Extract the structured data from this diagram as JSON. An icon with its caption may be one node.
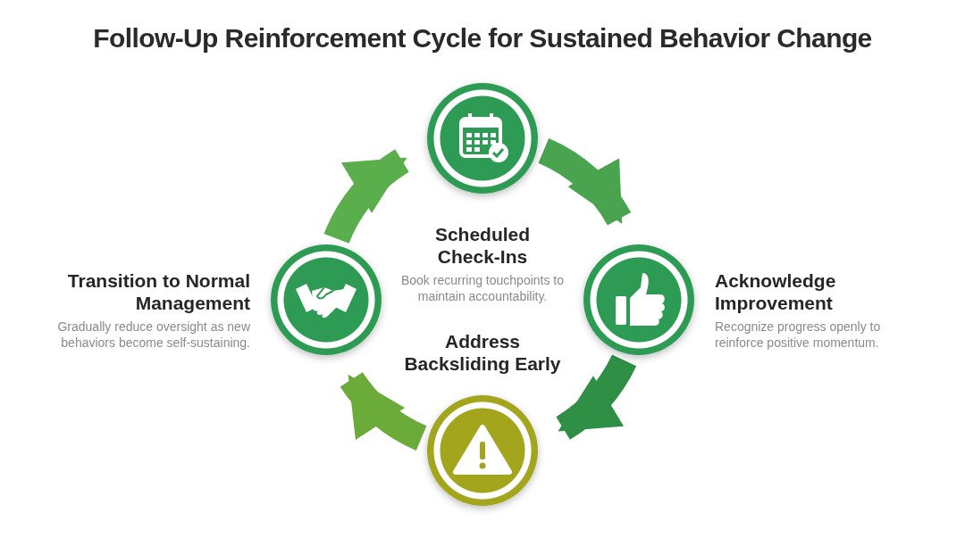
{
  "diagram": {
    "title": "Follow-Up Reinforcement Cycle for Sustained Behavior Change",
    "nodes": [
      {
        "text": [
          "Scheduled Check-Ins",
          "Book recurring touchpoints to maintain accountability."
        ]
      },
      {
        "text": [
          "Acknowledge Improvement",
          "Recognize progress openly to reinforce positive momentum."
        ]
      },
      {
        "text": [
          "Address Backsliding Early"
        ]
      },
      {
        "text": [
          "Transition to Normal Management",
          "Gradually reduce oversight as new behaviors become self-sustaining."
        ]
      }
    ],
    "edges": [
      {
        "from": 0,
        "to": 1,
        "arrow": "to"
      },
      {
        "from": 1,
        "to": 2,
        "arrow": "to"
      },
      {
        "from": 2,
        "to": 3,
        "arrow": "to"
      },
      {
        "from": 3,
        "to": 0,
        "arrow": "to"
      }
    ]
  }
}
